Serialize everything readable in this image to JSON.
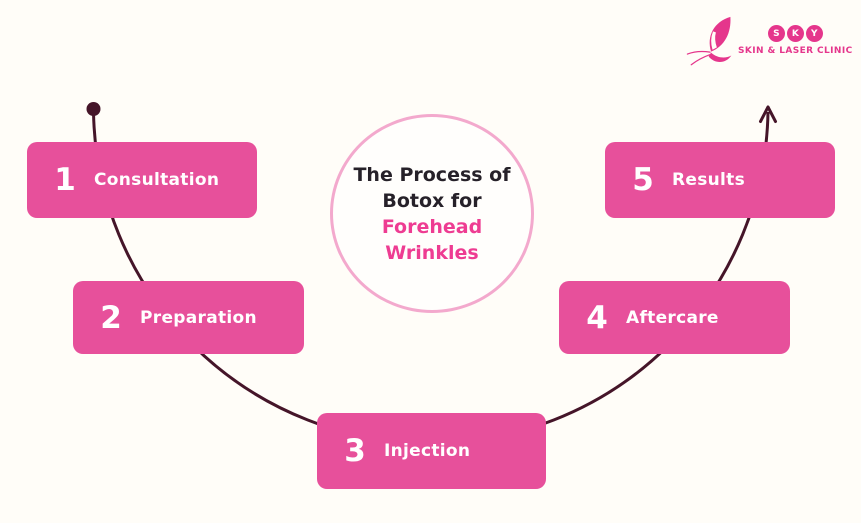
{
  "logo": {
    "letters": [
      "S",
      "K",
      "Y"
    ],
    "tagline": "SKIN & LASER CLINIC"
  },
  "center": {
    "line1": "The Process of",
    "line2_dark": "Botox for ",
    "line2_pink": "Forehead",
    "line3_pink": "Wrinkles"
  },
  "steps": [
    {
      "number": "1",
      "label": "Consultation"
    },
    {
      "number": "2",
      "label": "Preparation"
    },
    {
      "number": "3",
      "label": "Injection"
    },
    {
      "number": "4",
      "label": "Aftercare"
    },
    {
      "number": "5",
      "label": "Results"
    }
  ],
  "colors": {
    "background": "#FFFDF8",
    "step_box_pink": "#E7509B",
    "flow_arc_dark": "#451529",
    "accent_pink": "#EE3C92",
    "circle_border_pink": "#F3A9CD",
    "logo_pink": "#E5368C",
    "title_dark": "#262129"
  }
}
